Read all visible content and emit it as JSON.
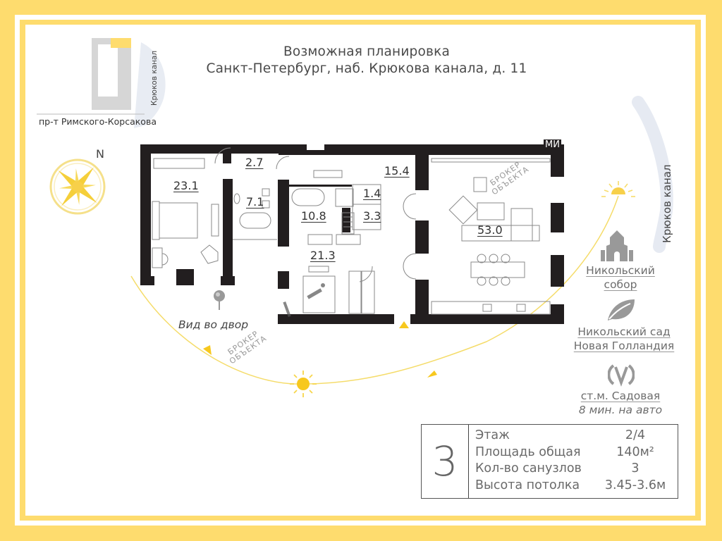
{
  "header": {
    "title_line1": "Возможная планировка",
    "title_line2": "Санкт-Петербург, наб. Крюкова канала, д. 11"
  },
  "location_map": {
    "street_label": "пр-т Римского-Корсакова",
    "canal_label": "Крюков канал",
    "highlight_color": "#fedc6e"
  },
  "compass": {
    "north_label": "N",
    "icon": "compass-rose-icon"
  },
  "floor_plan": {
    "rooms": [
      {
        "id": "bedroom-1",
        "area": "23.1"
      },
      {
        "id": "hall-small",
        "area": "2.7"
      },
      {
        "id": "bathroom-1",
        "area": "7.1"
      },
      {
        "id": "bathroom-2",
        "area": "10.8"
      },
      {
        "id": "wc",
        "area": "1.4"
      },
      {
        "id": "shower",
        "area": "3.3"
      },
      {
        "id": "corridor",
        "area": "15.4"
      },
      {
        "id": "bedroom-2",
        "area": "21.3"
      },
      {
        "id": "living-kitchen",
        "area": "53.0"
      }
    ],
    "view_label": "Вид во двор",
    "watermark_line1": "БРОКЕР",
    "watermark_line2": "ОБЪЕКТА",
    "corner_mark": "МИ"
  },
  "surroundings": {
    "canal_label": "Крюков канал",
    "poi": [
      {
        "icon": "cathedral-icon",
        "line1": "Никольский",
        "line2": "собор"
      },
      {
        "icon": "leaf-icon",
        "line1": "Никольский сад",
        "line2": "Новая Голландия"
      },
      {
        "icon": "metro-icon",
        "line1": "ст.м. Садовая",
        "line2": "8 мин. на авто"
      }
    ]
  },
  "info": {
    "rooms_count": "3",
    "rows": [
      {
        "label": "Этаж",
        "value": "2/4"
      },
      {
        "label": "Площадь общая",
        "value": "140м²"
      },
      {
        "label": "Кол-во санузлов",
        "value": "3"
      },
      {
        "label": "Высота потолка",
        "value": "3.45-3.6м"
      }
    ]
  },
  "colors": {
    "frame_yellow": "#fedc6e",
    "sun_yellow": "#f7c81e",
    "wall": "#221e1f",
    "text_gray": "#6a6a6a"
  }
}
